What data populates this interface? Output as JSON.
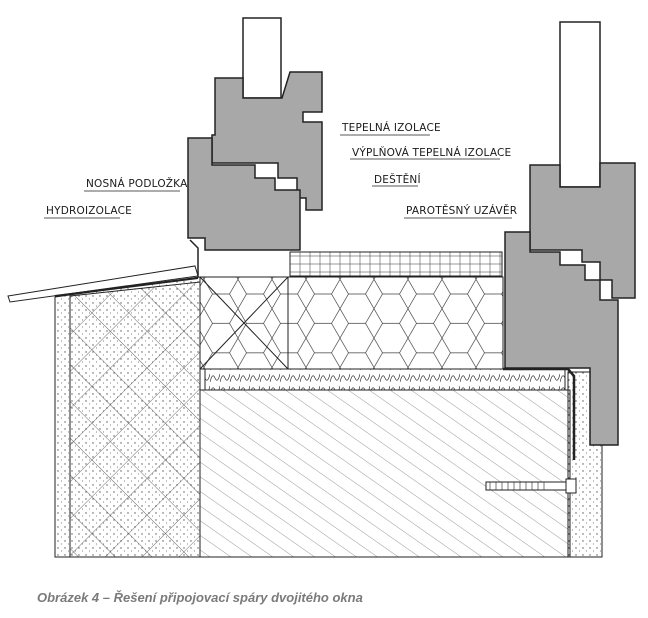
{
  "labels": {
    "tepelna_izolace": "TEPELNÁ IZOLACE",
    "vyplnova_tepelna_izolace": "VÝPLŇOVÁ TEPELNÁ IZOLACE",
    "desteni": "DEŠTĚNÍ",
    "nosna_podlozka": "NOSNÁ PODLOŽKA",
    "hydroizolace": "HYDROIZOLACE",
    "parotesny_uzaver": "PAROTĚSNÝ UZÁVĚR"
  },
  "caption": "Obrázek 4 – Řešení připojovací spáry dvojitého okna",
  "colors": {
    "frame_fill": "#a8a8a8",
    "line": "#222222",
    "caption_text": "#7a7a7a"
  }
}
